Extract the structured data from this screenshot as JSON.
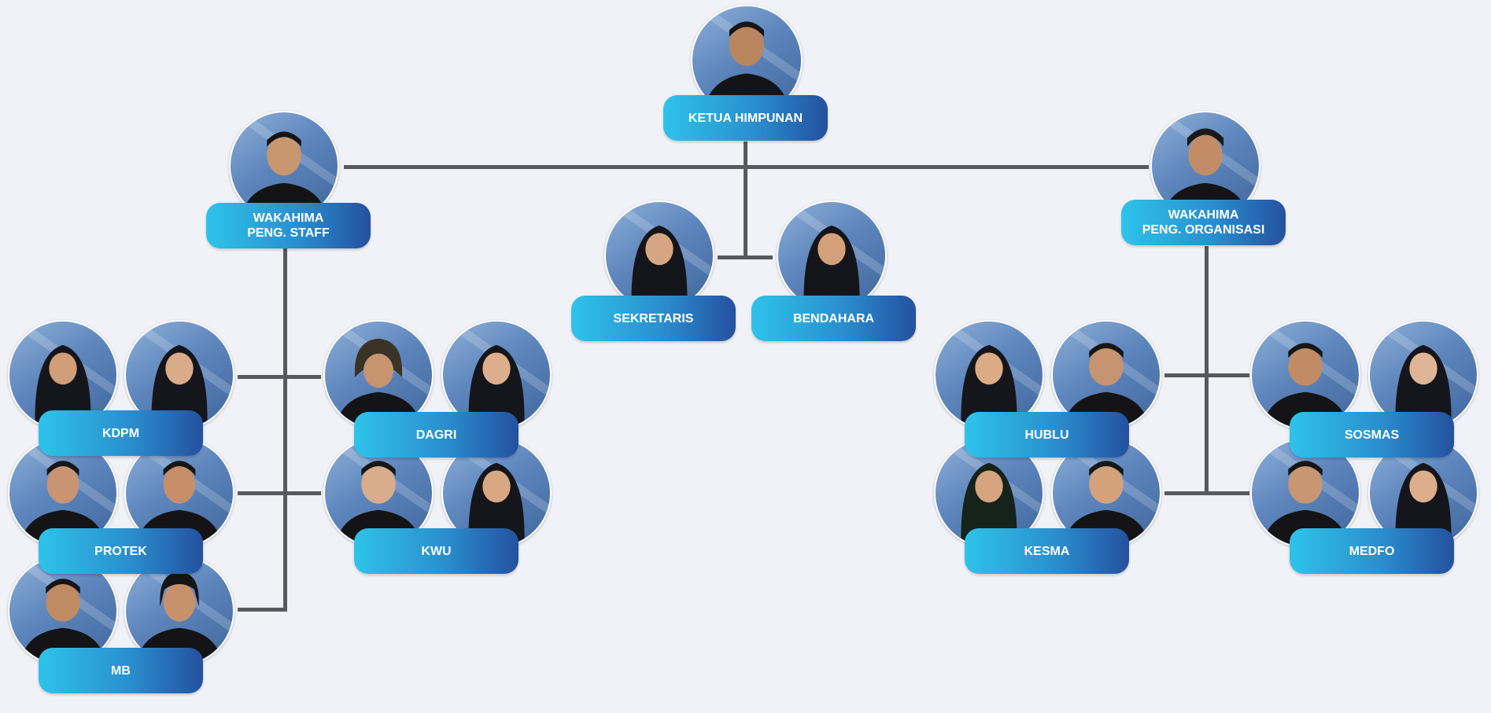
{
  "positions": {
    "ketua": "KETUA HIMPUNAN",
    "wakahima_staff": [
      "WAKAHIMA",
      "PENG. STAFF"
    ],
    "wakahima_org": [
      "WAKAHIMA",
      "PENG. ORGANISASI"
    ],
    "sekretaris": "SEKRETARIS",
    "bendahara": "BENDAHARA"
  },
  "divisions": {
    "kdpm": "KDPM",
    "protek": "PROTEK",
    "mb": "MB",
    "dagri": "DAGRI",
    "kwu": "KWU",
    "hublu": "HUBLU",
    "kesma": "KESMA",
    "sosmas": "SOSMAS",
    "medfo": "MEDFO"
  },
  "colors": {
    "background": "#f1f2f8",
    "connector": "#58595d",
    "label_gradient_start": "#2ec3ea",
    "label_gradient_end": "#2451a0"
  }
}
